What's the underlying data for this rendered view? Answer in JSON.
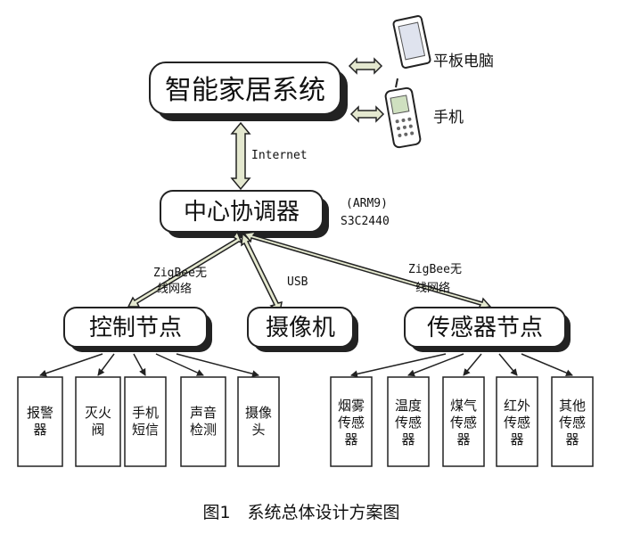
{
  "diagram": {
    "system": "智能家居系统",
    "devices": {
      "tablet": "平板电脑",
      "phone": "手机"
    },
    "internet": "Internet",
    "coordinator": "中心协调器",
    "chip_line1": "(ARM9)",
    "chip_line2": "S3C2440",
    "link_left_1": "ZigBee无",
    "link_left_2": "线网络",
    "link_usb": "USB",
    "link_right_1": "ZigBee无",
    "link_right_2": "线网络",
    "control_node": "控制节点",
    "camera": "摄像机",
    "sensor_node": "传感器节点",
    "control_leaves": [
      {
        "lines": [
          "报警",
          "器"
        ]
      },
      {
        "lines": [
          "灭火",
          "阀"
        ]
      },
      {
        "lines": [
          "手机",
          "短信"
        ]
      },
      {
        "lines": [
          "声音",
          "检测"
        ]
      },
      {
        "lines": [
          "摄像",
          "头"
        ]
      }
    ],
    "sensor_leaves": [
      {
        "lines": [
          "烟雾",
          "传感",
          "器"
        ]
      },
      {
        "lines": [
          "温度",
          "传感",
          "器"
        ]
      },
      {
        "lines": [
          "煤气",
          "传感",
          "器"
        ]
      },
      {
        "lines": [
          "红外",
          "传感",
          "器"
        ]
      },
      {
        "lines": [
          "其他",
          "传感",
          "器"
        ]
      }
    ],
    "caption": "图1　系统总体设计方案图",
    "colors": {
      "arrow_fill": "#e4e8cf",
      "stroke": "#222222",
      "shadow": "#222222"
    }
  }
}
